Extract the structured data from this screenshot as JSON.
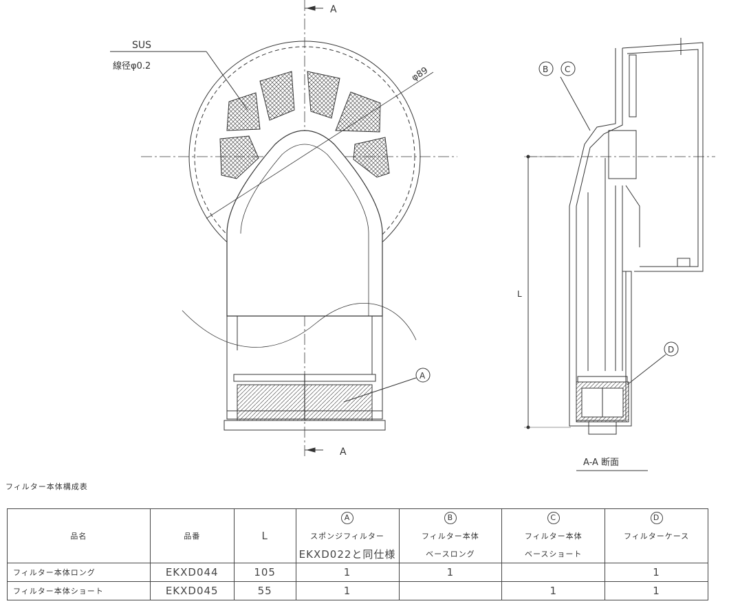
{
  "labels": {
    "section_mark": "A",
    "material": "SUS",
    "wire_diameter": "線径φ0.2",
    "diameter": "φ89",
    "balloon_a": "A",
    "balloon_b": "B",
    "balloon_c": "C",
    "balloon_d": "D",
    "dimension_l": "L",
    "section_caption": "A-A 断面"
  },
  "table": {
    "caption": "フィルター本体構成表",
    "headers": {
      "name": "品名",
      "part_no": "品番",
      "length": "L",
      "col_a_mark": "A",
      "col_a_line1": "スポンジフィルター",
      "col_a_line2": "EKXD022と同仕様",
      "col_b_mark": "B",
      "col_b_line1": "フィルター本体",
      "col_b_line2": "ベースロング",
      "col_c_mark": "C",
      "col_c_line1": "フィルター本体",
      "col_c_line2": "ベースショート",
      "col_d_mark": "D",
      "col_d_line1": "フィルターケース"
    },
    "rows": [
      {
        "name": "フィルター本体ロング",
        "part_no": "EKXD044",
        "length": "105",
        "a": "1",
        "b": "1",
        "c": "",
        "d": "1"
      },
      {
        "name": "フィルター本体ショート",
        "part_no": "EKXD045",
        "length": "55",
        "a": "1",
        "b": "",
        "c": "1",
        "d": "1"
      }
    ]
  }
}
